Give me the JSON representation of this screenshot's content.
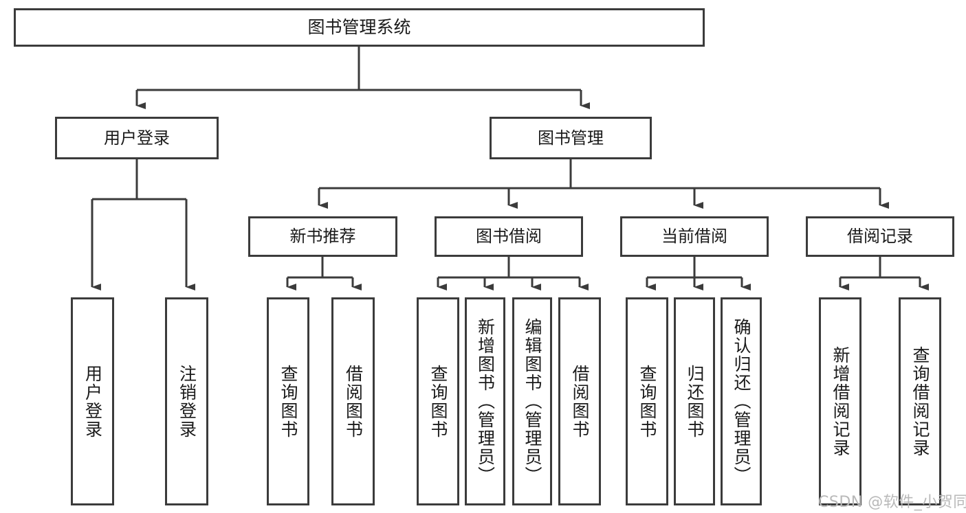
{
  "diagram": {
    "title": "图书管理系统",
    "type": "tree-hierarchy-diagram",
    "watermark": "CSDN @软件_小贺同学",
    "colors": {
      "box_border": "#3b3b3b",
      "box_fill": "#ffffff",
      "connector": "#3b3b3b",
      "text": "#1a1a1a",
      "watermark": "#b9b9b9"
    },
    "nodes": {
      "root": {
        "label": "图书管理系统"
      },
      "level2": [
        {
          "id": "user-login",
          "label": "用户登录"
        },
        {
          "id": "book-manage",
          "label": "图书管理"
        }
      ],
      "level3": [
        {
          "id": "new-book-recommend",
          "label": "新书推荐"
        },
        {
          "id": "book-borrow",
          "label": "图书借阅"
        },
        {
          "id": "current-borrow",
          "label": "当前借阅"
        },
        {
          "id": "borrow-record",
          "label": "借阅记录"
        }
      ],
      "leaves": {
        "user_login": [
          {
            "id": "leaf-user-login",
            "label": "用户登录"
          },
          {
            "id": "leaf-logout-login",
            "label": "注销登录"
          }
        ],
        "new_book_recommend": [
          {
            "id": "leaf-query-book-1",
            "label": "查询图书"
          },
          {
            "id": "leaf-borrow-book-1",
            "label": "借阅图书"
          }
        ],
        "book_borrow": [
          {
            "id": "leaf-query-book-2",
            "label": "查询图书"
          },
          {
            "id": "leaf-add-book",
            "label": "新增图书（管理员）"
          },
          {
            "id": "leaf-edit-book",
            "label": "编辑图书（管理员）"
          },
          {
            "id": "leaf-borrow-book-2",
            "label": "借阅图书"
          }
        ],
        "current_borrow": [
          {
            "id": "leaf-query-book-3",
            "label": "查询图书"
          },
          {
            "id": "leaf-return-book",
            "label": "归还图书"
          },
          {
            "id": "leaf-confirm-return",
            "label": "确认归还（管理员）"
          }
        ],
        "borrow_record": [
          {
            "id": "leaf-add-record",
            "label": "新增借阅记录"
          },
          {
            "id": "leaf-query-record",
            "label": "查询借阅记录"
          }
        ]
      }
    }
  }
}
